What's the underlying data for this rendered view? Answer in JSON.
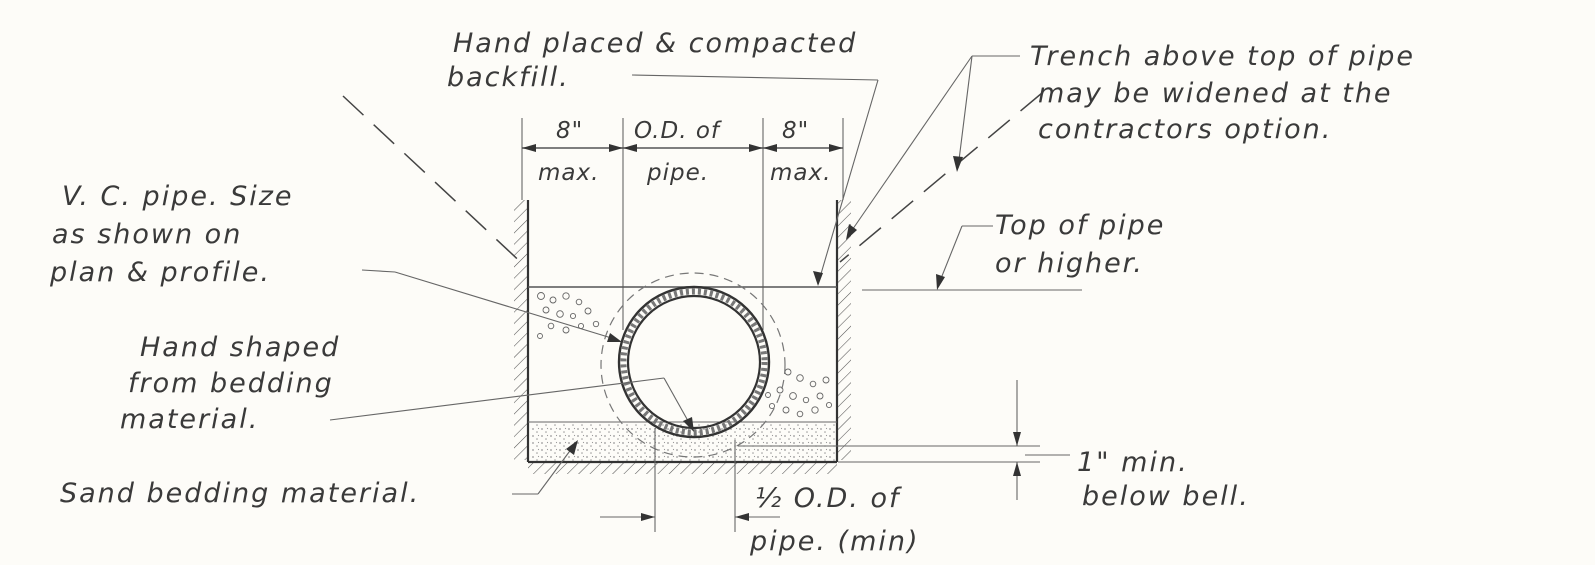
{
  "labels": {
    "backfill_line1": "Hand placed & compacted",
    "backfill_line2": "backfill.",
    "trench_line1": "Trench above top of pipe",
    "trench_line2": "may be widened at the",
    "trench_line3": "contractors option.",
    "dim_left_value": "8\"",
    "dim_left_unit": "max.",
    "dim_center_value": "O.D. of",
    "dim_center_unit": "pipe.",
    "dim_right_value": "8\"",
    "dim_right_unit": "max.",
    "vc_pipe_line1": "V. C. pipe. Size",
    "vc_pipe_line2": "as shown on",
    "vc_pipe_line3": "plan & profile.",
    "top_pipe_line1": "Top of pipe",
    "top_pipe_line2": "or higher.",
    "hand_shaped_line1": "Hand shaped",
    "hand_shaped_line2": "from bedding",
    "hand_shaped_line3": "material.",
    "sand_bedding": "Sand bedding material.",
    "min_below_line1": "1\" min.",
    "min_below_line2": "below bell.",
    "half_od_line1": "½ O.D. of",
    "half_od_line2": "pipe. (min)"
  },
  "colors": {
    "paper": "#fdfcf8",
    "ink": "#333333"
  }
}
